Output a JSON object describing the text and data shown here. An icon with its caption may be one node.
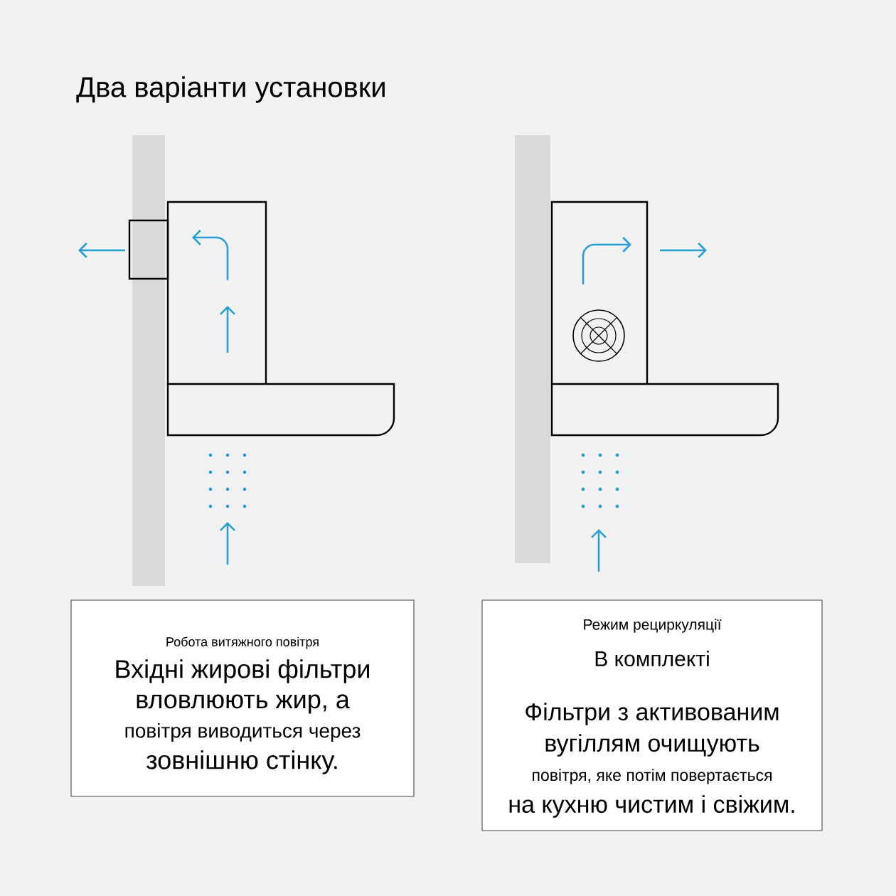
{
  "diagram": {
    "title": "Два варіанти установки",
    "nodes": [
      {
        "text": [
          "Робота витяжного повітря",
          "Вхідні жирові фільтри",
          "вловлюють жир, а",
          "повітря виводиться через",
          "зовнішню стінку."
        ]
      },
      {
        "text": [
          "Режим рециркуляції",
          "В комплекті",
          "Фільтри з активованим",
          "вугіллям очищують",
          "повітря, яке потім повертається",
          "на кухню чистим і свіжим."
        ]
      }
    ]
  }
}
